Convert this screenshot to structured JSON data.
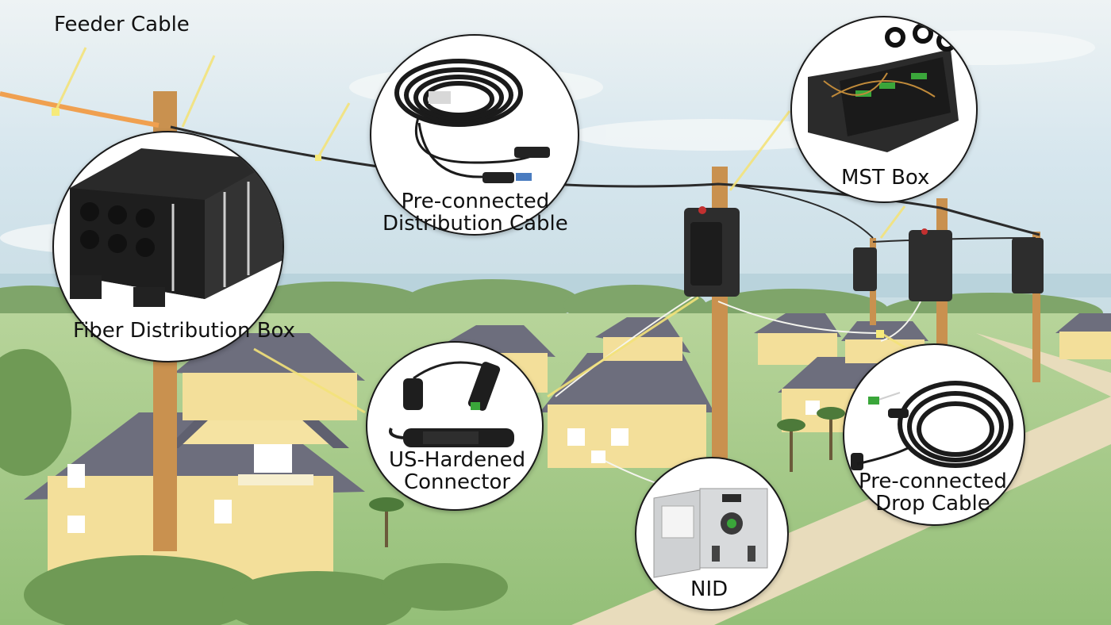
{
  "labels": {
    "feeder_cable": "Feeder Cable",
    "fiber_distribution_box": "Fiber Distribution Box",
    "pre_connected_distribution_cable": [
      "Pre-connected",
      "Distribution Cable"
    ],
    "mst_box": "MST Box",
    "us_hardened_connector": [
      "US-Hardened",
      "Connector"
    ],
    "nid": "NID",
    "pre_connected_drop_cable": [
      "Pre-connected",
      "Drop Cable"
    ]
  },
  "colors": {
    "sky": "#dbe8ee",
    "grass": "#a9c98a",
    "house_wall": "#f3df9a",
    "roof": "#6d6e7d",
    "pole": "#c9914f",
    "feeder_cable": "#f0a050",
    "aerial_cable": "#2b2b2b",
    "leader_line": "#f3e27a"
  }
}
